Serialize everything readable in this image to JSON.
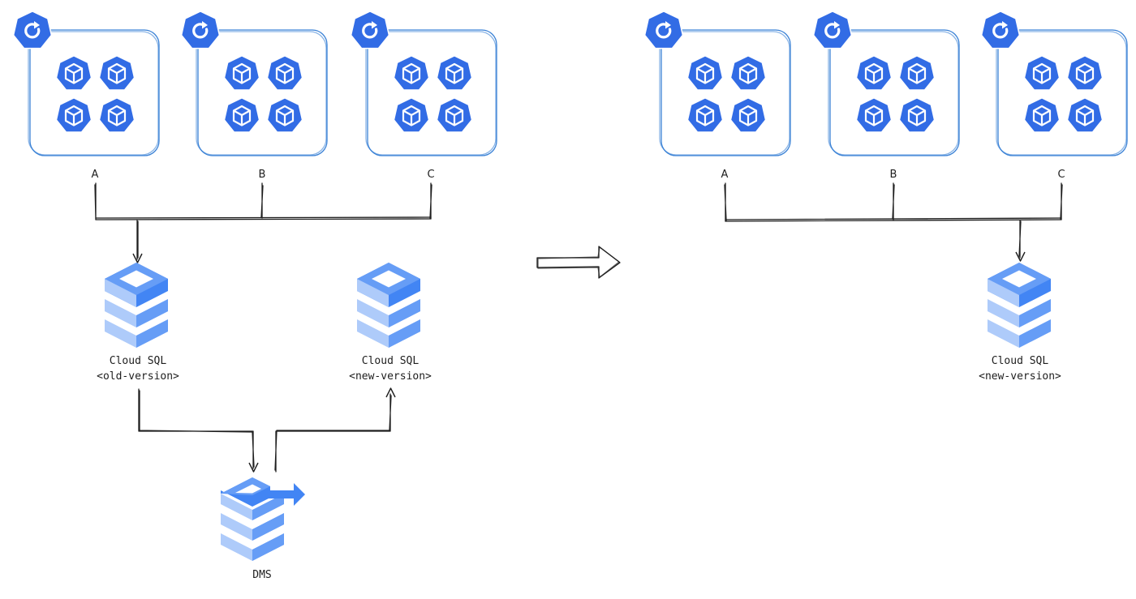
{
  "colors": {
    "k8s_blue": "#326ce5",
    "cluster_border": "#3b82d6",
    "db_dark": "#4285f4",
    "db_mid": "#669df6",
    "db_light": "#aecbfa",
    "line": "#1e1e1e"
  },
  "icons": {
    "cluster_corner": "kubernetes-helm-icon",
    "pod": "kubernetes-pod-icon",
    "database": "cloud-sql-icon",
    "migration": "database-migration-service-icon",
    "transition": "right-arrow-icon"
  },
  "before": {
    "clusters": [
      {
        "label": "A"
      },
      {
        "label": "B"
      },
      {
        "label": "C"
      }
    ],
    "old_db": {
      "name": "Cloud SQL",
      "version": "<old-version>"
    },
    "new_db": {
      "name": "Cloud SQL",
      "version": "<new-version>"
    },
    "migration": {
      "label": "DMS"
    }
  },
  "after": {
    "clusters": [
      {
        "label": "A"
      },
      {
        "label": "B"
      },
      {
        "label": "C"
      }
    ],
    "db": {
      "name": "Cloud SQL",
      "version": "<new-version>"
    }
  }
}
